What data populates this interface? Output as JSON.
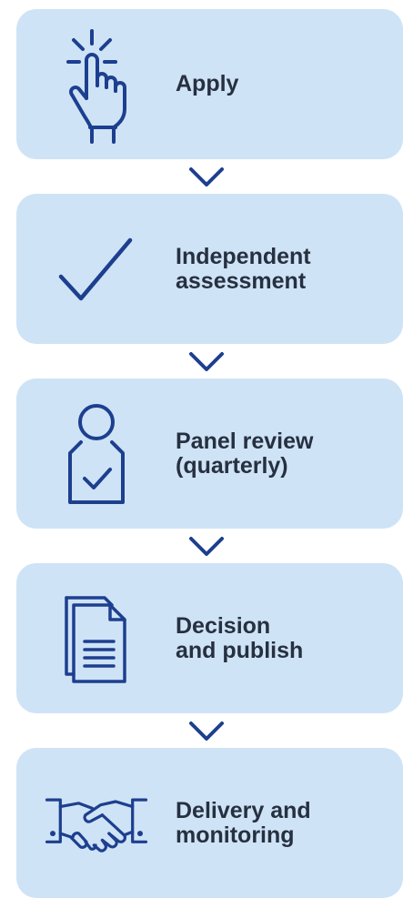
{
  "colors": {
    "box": "#cfe3f6",
    "icon": "#1d3f8f",
    "text": "#263040"
  },
  "steps": [
    {
      "label": "Apply",
      "icon": "tap-finger-icon"
    },
    {
      "label": "Independent\nassessment",
      "icon": "checkmark-icon"
    },
    {
      "label": "Panel review\n(quarterly)",
      "icon": "person-check-icon"
    },
    {
      "label": "Decision\nand publish",
      "icon": "document-icon"
    },
    {
      "label": "Delivery and\nmonitoring",
      "icon": "handshake-icon"
    }
  ]
}
